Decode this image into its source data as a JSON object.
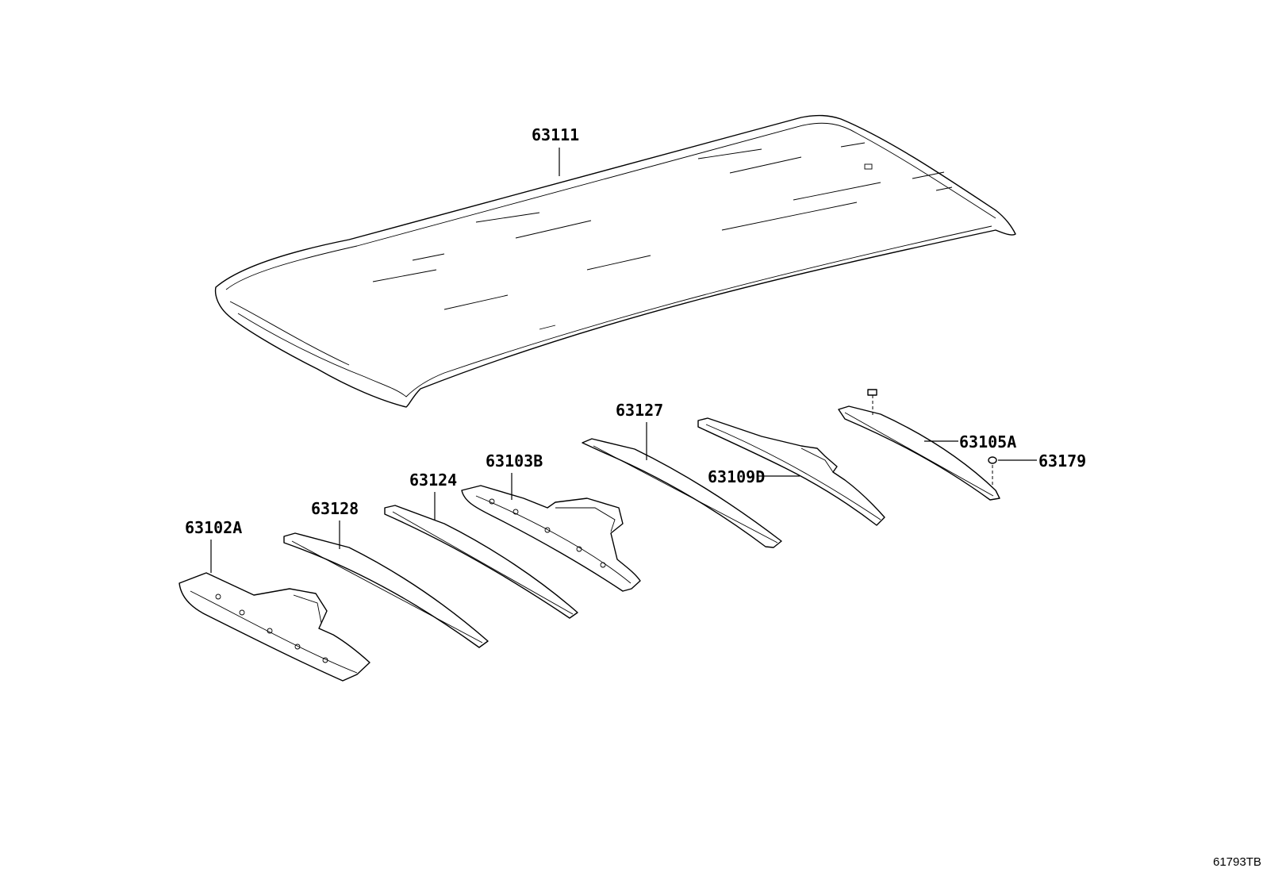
{
  "parts": {
    "roof_panel": "63111",
    "rail_63127": "63127",
    "rail_63105a": "63105A",
    "clip_63179": "63179",
    "bow_63109d": "63109D",
    "rail_63103b": "63103B",
    "rail_63124": "63124",
    "rail_63128": "63128",
    "rail_63102a": "63102A"
  },
  "diagram_id": "61793TB"
}
